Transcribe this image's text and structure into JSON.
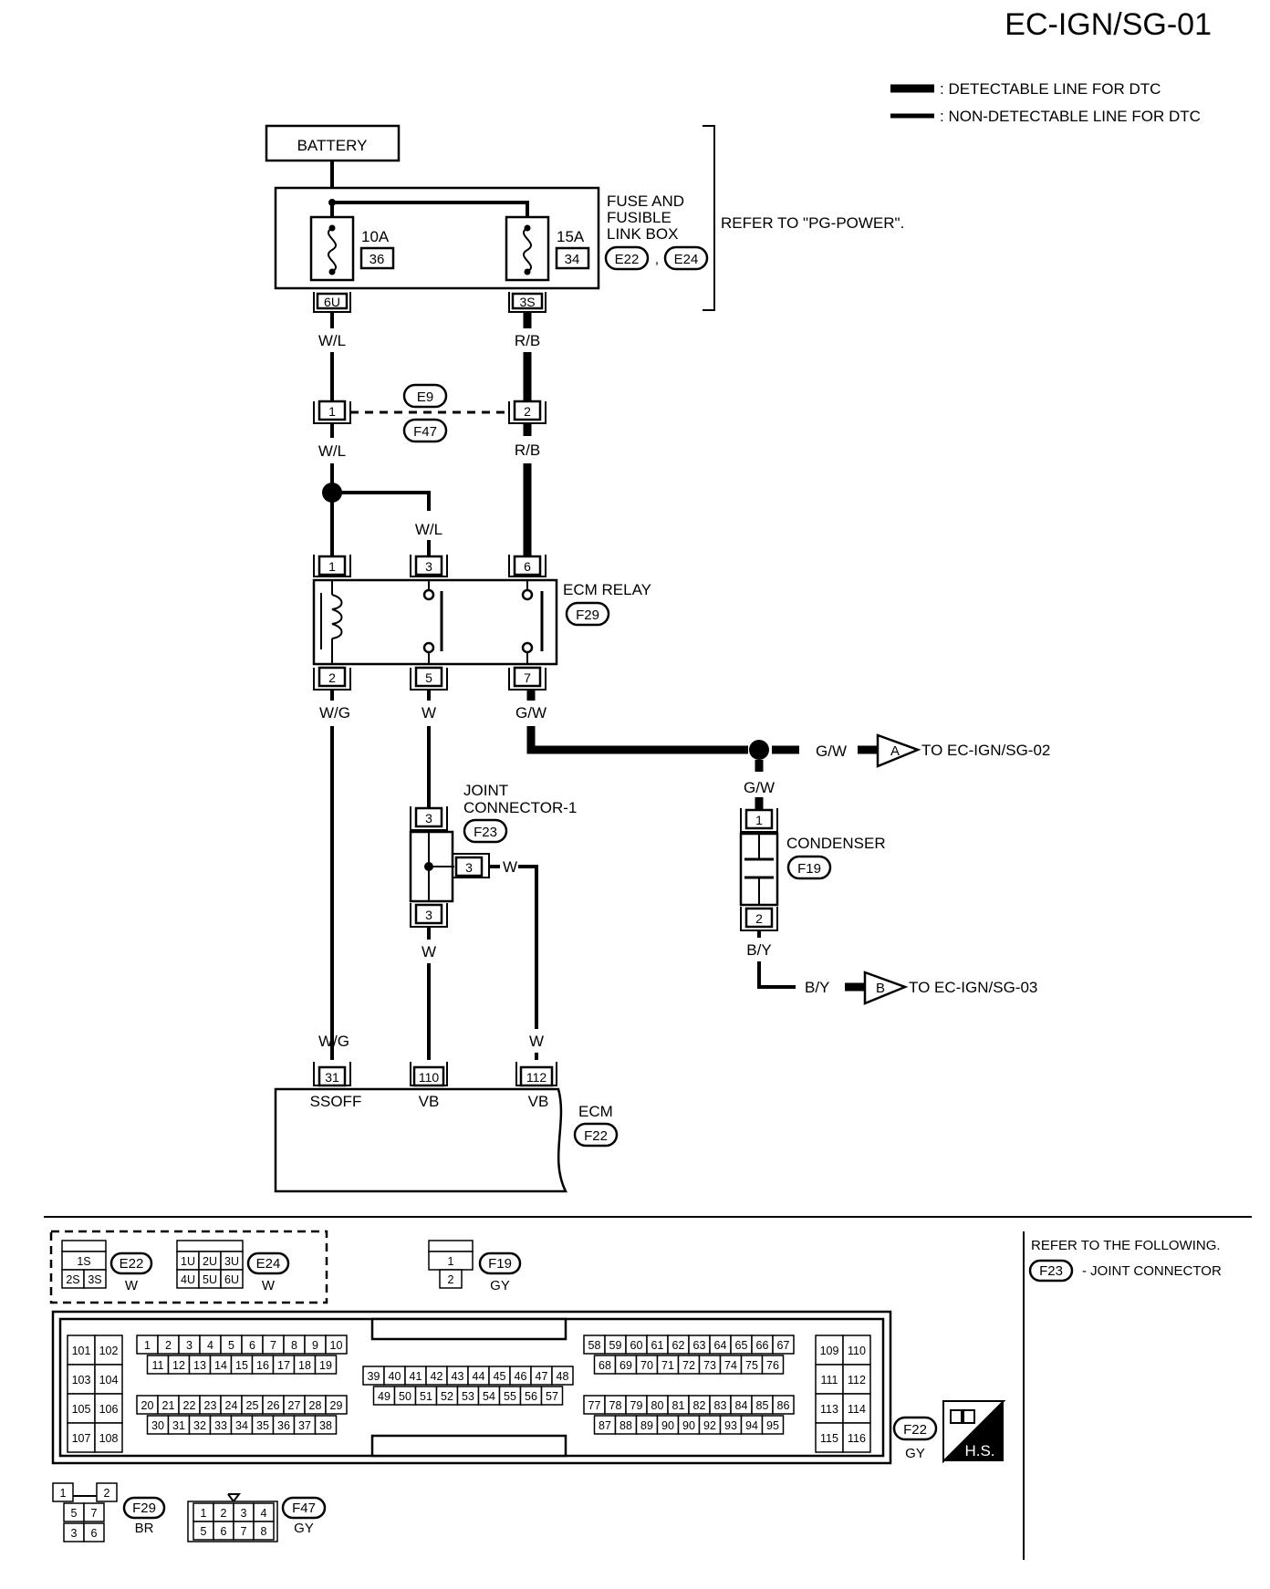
{
  "title": "EC-IGN/SG-01",
  "legend": {
    "detectable": ": DETECTABLE LINE FOR DTC",
    "non_detectable": ": NON-DETECTABLE LINE FOR DTC"
  },
  "battery": "BATTERY",
  "fuse_box": {
    "label_lines": [
      "FUSE AND",
      "FUSIBLE",
      "LINK BOX"
    ],
    "connectors": [
      "E22",
      "E24"
    ],
    "refer": "REFER TO \"PG-POWER\".",
    "fuse1": {
      "rating": "10A",
      "number": "36",
      "terminal": "6U"
    },
    "fuse2": {
      "rating": "15A",
      "number": "34",
      "terminal": "3S"
    }
  },
  "inline_connector": {
    "top": "E9",
    "bottom": "F47",
    "pin_left": "1",
    "pin_right": "2"
  },
  "ecm_relay": {
    "label": "ECM RELAY",
    "connector": "F29",
    "top_pins": [
      "1",
      "3",
      "6"
    ],
    "bottom_pins": [
      "2",
      "5",
      "7"
    ]
  },
  "joint_connector": {
    "label_lines": [
      "JOINT",
      "CONNECTOR-1"
    ],
    "connector": "F23",
    "pins": [
      "3",
      "3",
      "3"
    ]
  },
  "condenser": {
    "label": "CONDENSER",
    "connector": "F19",
    "pins": [
      "1",
      "2"
    ]
  },
  "ecm": {
    "label": "ECM",
    "connector": "F22",
    "pins": [
      {
        "num": "31",
        "name": "SSOFF"
      },
      {
        "num": "110",
        "name": "VB"
      },
      {
        "num": "112",
        "name": "VB"
      }
    ]
  },
  "wires": {
    "wl": "W/L",
    "rb": "R/B",
    "wg": "W/G",
    "w": "W",
    "gw": "G/W",
    "by": "B/Y"
  },
  "offpage": [
    {
      "letter": "A",
      "text": "TO EC-IGN/SG-02"
    },
    {
      "letter": "B",
      "text": "TO EC-IGN/SG-03"
    }
  ],
  "connector_views": {
    "e22": {
      "name": "E22",
      "color": "W",
      "cells": [
        "1S",
        "2S",
        "3S"
      ]
    },
    "e24": {
      "name": "E24",
      "color": "W",
      "cells": [
        "1U",
        "2U",
        "3U",
        "4U",
        "5U",
        "6U"
      ]
    },
    "f19": {
      "name": "F19",
      "color": "GY",
      "cells": [
        "1",
        "2"
      ]
    },
    "f22": {
      "name": "F22",
      "color": "GY"
    },
    "f29": {
      "name": "F29",
      "color": "BR",
      "cells": [
        "1",
        "2",
        "5",
        "7",
        "3",
        "6"
      ]
    },
    "f47": {
      "name": "F47",
      "color": "GY",
      "cells": [
        "1",
        "2",
        "3",
        "4",
        "5",
        "6",
        "7",
        "8"
      ]
    },
    "hs": "H.S."
  },
  "ecm_connector_pins": {
    "left_a": [
      "101",
      "102",
      "103",
      "104",
      "105",
      "106",
      "107",
      "108"
    ],
    "g1_top": [
      "1",
      "2",
      "3",
      "4",
      "5",
      "6",
      "7",
      "8",
      "9",
      "10"
    ],
    "g1_bot": [
      "11",
      "12",
      "13",
      "14",
      "15",
      "16",
      "17",
      "18",
      "19"
    ],
    "g2_top": [
      "20",
      "21",
      "22",
      "23",
      "24",
      "25",
      "26",
      "27",
      "28",
      "29"
    ],
    "g2_bot": [
      "30",
      "31",
      "32",
      "33",
      "34",
      "35",
      "36",
      "37",
      "38"
    ],
    "g3_top": [
      "39",
      "40",
      "41",
      "42",
      "43",
      "44",
      "45",
      "46",
      "47",
      "48"
    ],
    "g3_bot": [
      "49",
      "50",
      "51",
      "52",
      "53",
      "54",
      "55",
      "56",
      "57"
    ],
    "g4_top": [
      "58",
      "59",
      "60",
      "61",
      "62",
      "63",
      "64",
      "65",
      "66",
      "67"
    ],
    "g4_bot": [
      "68",
      "69",
      "70",
      "71",
      "72",
      "73",
      "74",
      "75",
      "76"
    ],
    "g5_top": [
      "77",
      "78",
      "79",
      "80",
      "81",
      "82",
      "83",
      "84",
      "85",
      "86"
    ],
    "g5_bot": [
      "87",
      "88",
      "89",
      "90",
      "90",
      "92",
      "93",
      "94",
      "95"
    ],
    "right_a": [
      "109",
      "110",
      "111",
      "112",
      "113",
      "114",
      "115",
      "116"
    ]
  },
  "refer_following": {
    "line1": "REFER TO THE FOLLOWING.",
    "connector": "F23",
    "text": "- JOINT CONNECTOR"
  }
}
